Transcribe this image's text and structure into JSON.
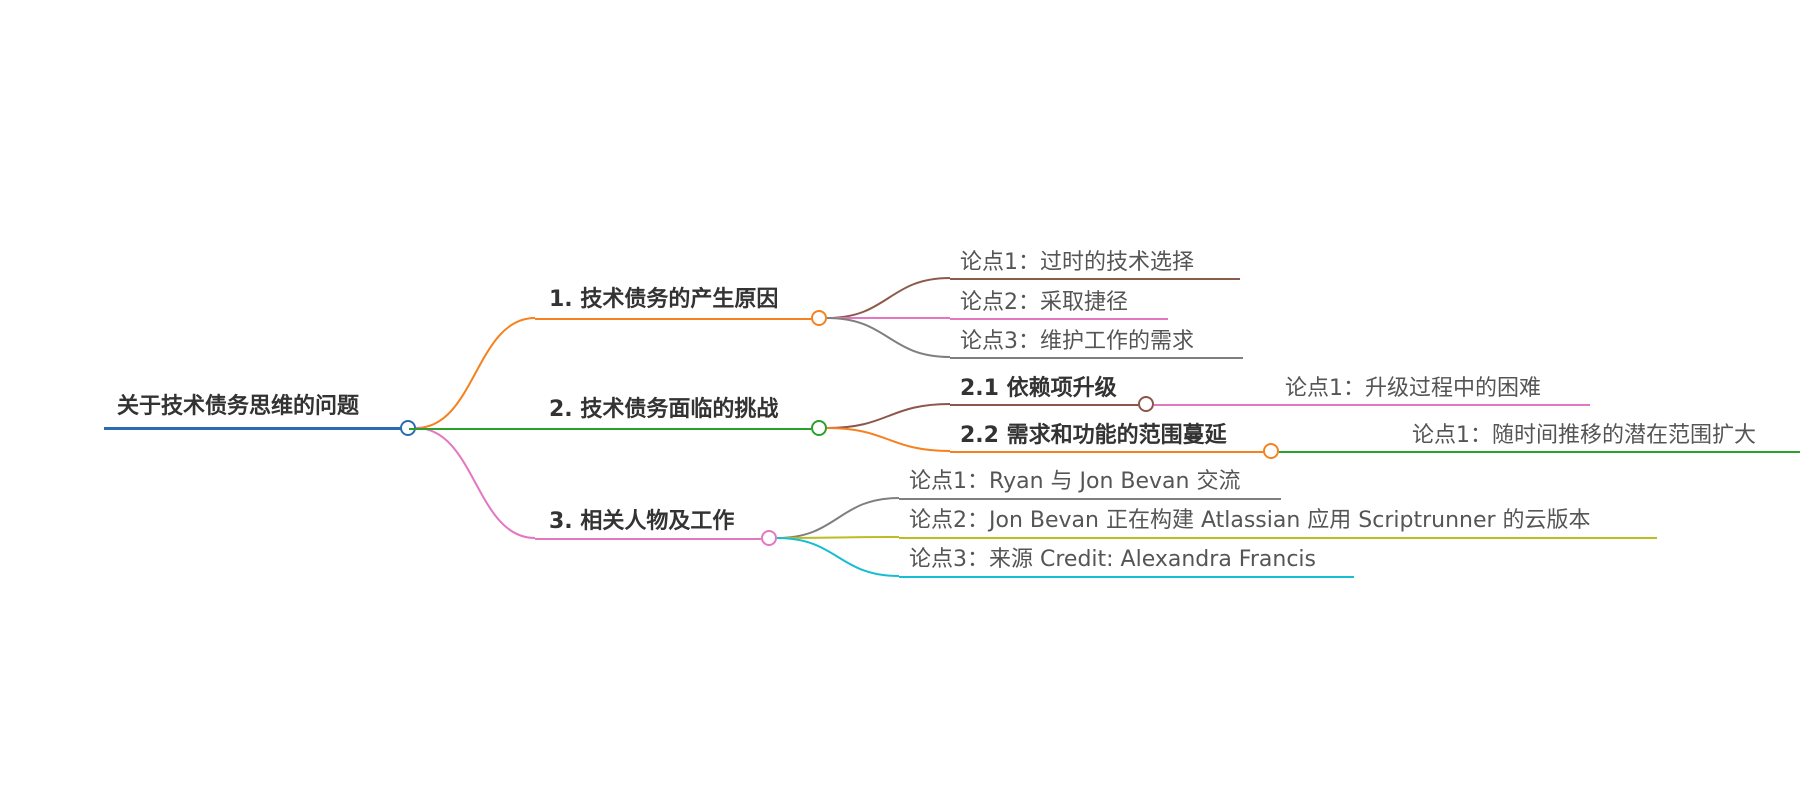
{
  "mindmap": {
    "root": {
      "label": "关于技术债务思维的问题",
      "color": "#2b6cb0"
    },
    "branches": [
      {
        "label": "1. 技术债务的产生原因",
        "color": "#f5821f",
        "children": [
          {
            "label": "论点1：过时的技术选择",
            "color": "#8b5a4a"
          },
          {
            "label": "论点2：采取捷径",
            "color": "#e377c2"
          },
          {
            "label": "论点3：维护工作的需求",
            "color": "#7f7f7f"
          }
        ]
      },
      {
        "label": "2. 技术债务面临的挑战",
        "color": "#2ca02c",
        "children": [
          {
            "label": "2.1 依赖项升级",
            "color": "#8c564b",
            "children": [
              {
                "label": "论点1：升级过程中的困难",
                "color": "#e377c2"
              }
            ]
          },
          {
            "label": "2.2 需求和功能的范围蔓延",
            "color": "#f5821f",
            "children": [
              {
                "label": "论点1：随时间推移的潜在范围扩大",
                "color": "#2ca02c"
              }
            ]
          }
        ]
      },
      {
        "label": "3. 相关人物及工作",
        "color": "#e377c2",
        "children": [
          {
            "label": "论点1：Ryan 与 Jon Bevan 交流",
            "color": "#7f7f7f"
          },
          {
            "label": "论点2：Jon Bevan 正在构建 Atlassian 应用 Scriptrunner 的云版本",
            "color": "#bcbd22"
          },
          {
            "label": "论点3：来源 Credit: Alexandra Francis",
            "color": "#17becf"
          }
        ]
      }
    ]
  }
}
